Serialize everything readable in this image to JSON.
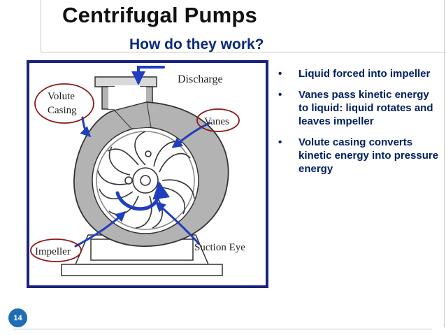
{
  "slide": {
    "title": "Centrifugal Pumps",
    "subtitle": "How do they work?",
    "page_number": "14"
  },
  "diagram": {
    "labels": {
      "discharge": "Discharge",
      "volute_line1": "Volute",
      "volute_line2": "Casing",
      "vanes": "Vanes",
      "impeller": "Impeller",
      "suction_eye": "Suction Eye"
    },
    "colors": {
      "border": "#1a237e",
      "arrow": "#1f3fbf",
      "casing": "#b3b3b3",
      "label_circle": "#8b1a1a"
    }
  },
  "bullets": [
    "Liquid forced into impeller",
    "Vanes pass kinetic energy to liquid: liquid rotates and leaves impeller",
    "Volute casing converts kinetic energy into pressure energy"
  ],
  "colors": {
    "bullet_text": "#002060",
    "subtitle": "#0a2a7a",
    "badge": "#1f6db4"
  }
}
